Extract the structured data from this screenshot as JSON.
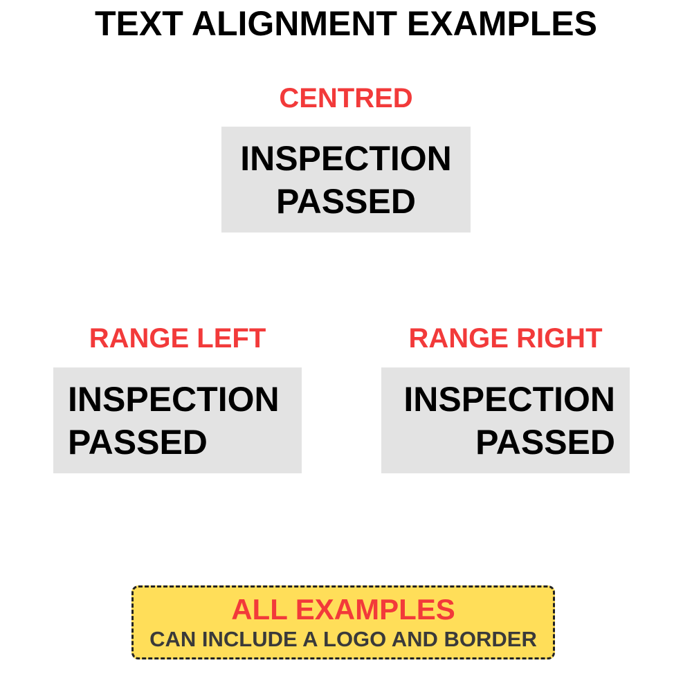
{
  "title": "TEXT ALIGNMENT EXAMPLES",
  "colors": {
    "label": "#f23a3a",
    "sign_background": "#e3e3e3",
    "note_background": "#ffde59",
    "note_text": "#3a3a3a"
  },
  "examples": {
    "centred": {
      "label": "CENTRED",
      "line1": "INSPECTION",
      "line2": "PASSED"
    },
    "range_left": {
      "label": "RANGE LEFT",
      "line1": "INSPECTION",
      "line2": "PASSED"
    },
    "range_right": {
      "label": "RANGE RIGHT",
      "line1": "INSPECTION",
      "line2": "PASSED"
    }
  },
  "note": {
    "headline": "ALL EXAMPLES",
    "subtext": "CAN INCLUDE A LOGO AND BORDER"
  }
}
